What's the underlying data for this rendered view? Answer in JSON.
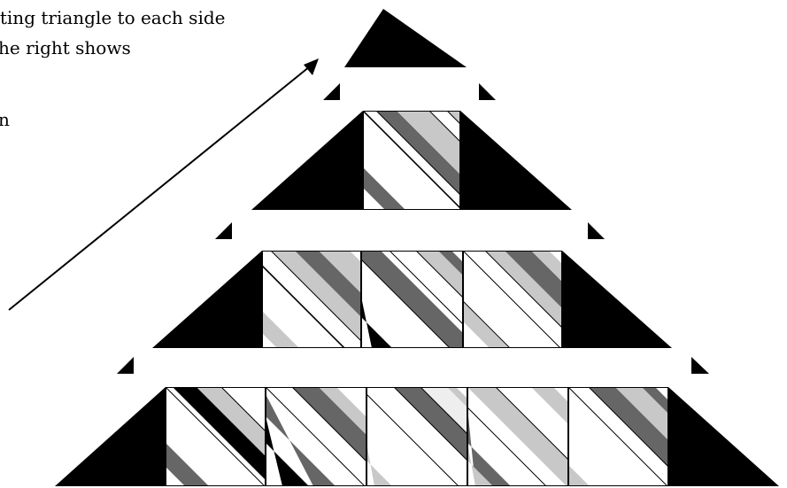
{
  "caption": {
    "line1": "etting triangle to each side",
    "line2": "the right shows",
    "line3": "n"
  },
  "colors": {
    "black": "#000000",
    "dark_gray": "#666666",
    "light_gray": "#c8c8c8",
    "white": "#ffffff"
  },
  "figure": {
    "rows": 4,
    "blocks_per_row": [
      1,
      3,
      5
    ],
    "block_pattern": "diagonal-stripes"
  }
}
